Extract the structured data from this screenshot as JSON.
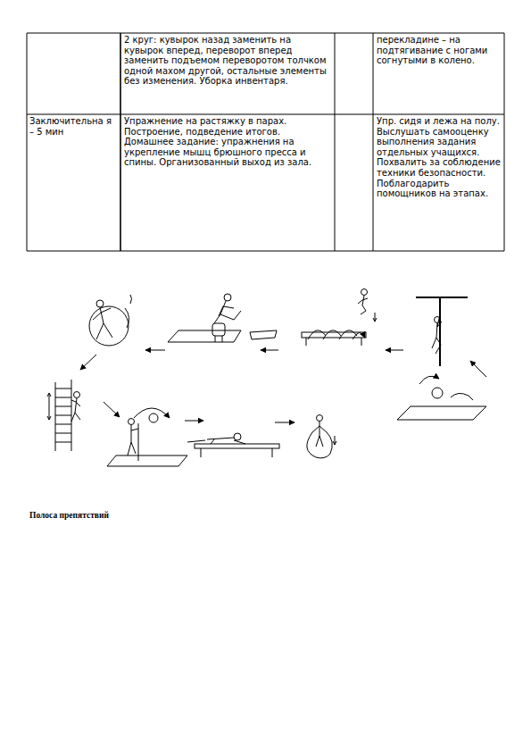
{
  "diagram": {
    "caption": "Полоса препятствий",
    "labels": [
      "2 круг: кувырок назад заменить на кувырок вперед, переворот вперед заменить подъемом переворотом толчком одной махом другой, остальные элементы без изменения. Уборка инвентаря.",
      "перекладине – на подтягивание с ногами согнутыми в колено.",
      "Заключительна я – 5 мин",
      "Упражнение на растяжку в парах. Построение, подведение итогов. Домашнее задание: упражнения на укрепление мышц брюшного пресса и спины. Организованный выход из зала.",
      "Упр. сидя и лежа на полу. Выслушать самооценку выполнения задания отдельных учащихся. Похвалить за соблюдение техники безопасности. Поблагодарить помощников на этапах."
    ]
  }
}
